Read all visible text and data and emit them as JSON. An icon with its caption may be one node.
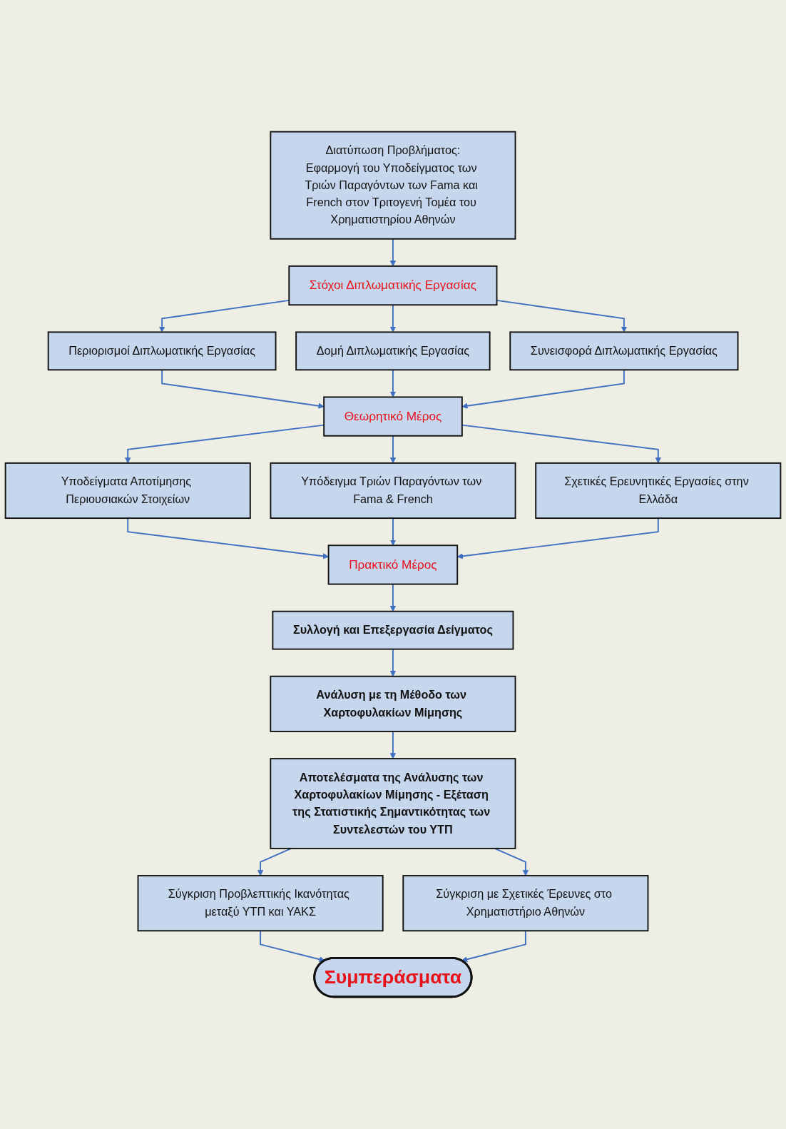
{
  "diagram": {
    "nodes": [
      {
        "text": [
          "Διατύπωση Προβλήματος:",
          "Εφαρμογή του Υποδείγματος των Τριών Παραγόντων των Fama και French στον Τριτογενή Τομέα του Χρηματιστηρίου Αθηνών"
        ]
      },
      {
        "text": [
          "Στόχοι Διπλωματικής Εργασίας"
        ]
      },
      {
        "text": [
          "Περιορισμοί Διπλωματικής Εργασίας"
        ]
      },
      {
        "text": [
          "Δομή Διπλωματικής Εργασίας"
        ]
      },
      {
        "text": [
          "Συνεισφορά Διπλωματικής Εργασίας"
        ]
      },
      {
        "text": [
          "Θεωρητικό Μέρος"
        ]
      },
      {
        "text": [
          "Υποδείγματα Αποτίμησης Περιουσιακών Στοιχείων"
        ]
      },
      {
        "text": [
          "Υπόδειγμα Τριών Παραγόντων των Fama & French"
        ]
      },
      {
        "text": [
          "Σχετικές Ερευνητικές Εργασίες στην Ελλάδα"
        ]
      },
      {
        "text": [
          "Πρακτικό Μέρος"
        ]
      },
      {
        "text": [
          "Συλλογή και Επεξεργασία Δείγματος"
        ]
      },
      {
        "text": [
          "Ανάλυση με τη Μέθοδο των Χαρτοφυλακίων Μίμησης"
        ]
      },
      {
        "text": [
          "Αποτελέσματα της Ανάλυσης των Χαρτοφυλακίων Μίμησης - Εξέταση της Στατιστικής Σημαντικότητας των Συντελεστών του ΥΤΠ"
        ]
      },
      {
        "text": [
          "Σύγκριση Προβλεπτικής Ικανότητας μεταξύ ΥΤΠ και ΥΑΚΣ"
        ]
      },
      {
        "text": [
          "Σύγκριση με Σχετικές Έρευνες στο Χρηματιστήριο Αθηνών"
        ]
      },
      {
        "text": [
          "Συμπεράσματα"
        ]
      }
    ],
    "edges": [
      {
        "from": 0,
        "to": 1,
        "arrow": "to"
      },
      {
        "from": 1,
        "to": 2,
        "arrow": "to"
      },
      {
        "from": 1,
        "to": 3,
        "arrow": "to"
      },
      {
        "from": 1,
        "to": 4,
        "arrow": "to"
      },
      {
        "from": 2,
        "to": 5,
        "arrow": "to"
      },
      {
        "from": 3,
        "to": 5,
        "arrow": "to"
      },
      {
        "from": 4,
        "to": 5,
        "arrow": "to"
      },
      {
        "from": 5,
        "to": 6,
        "arrow": "to"
      },
      {
        "from": 5,
        "to": 7,
        "arrow": "to"
      },
      {
        "from": 5,
        "to": 8,
        "arrow": "to"
      },
      {
        "from": 6,
        "to": 9,
        "arrow": "to"
      },
      {
        "from": 7,
        "to": 9,
        "arrow": "to"
      },
      {
        "from": 8,
        "to": 9,
        "arrow": "to"
      },
      {
        "from": 9,
        "to": 10,
        "arrow": "to"
      },
      {
        "from": 10,
        "to": 11,
        "arrow": "to"
      },
      {
        "from": 11,
        "to": 12,
        "arrow": "to"
      },
      {
        "from": 12,
        "to": 13,
        "arrow": "to"
      },
      {
        "from": 12,
        "to": 14,
        "arrow": "to"
      },
      {
        "from": 13,
        "to": 15,
        "arrow": "to"
      },
      {
        "from": 14,
        "to": 15,
        "arrow": "to"
      }
    ]
  }
}
